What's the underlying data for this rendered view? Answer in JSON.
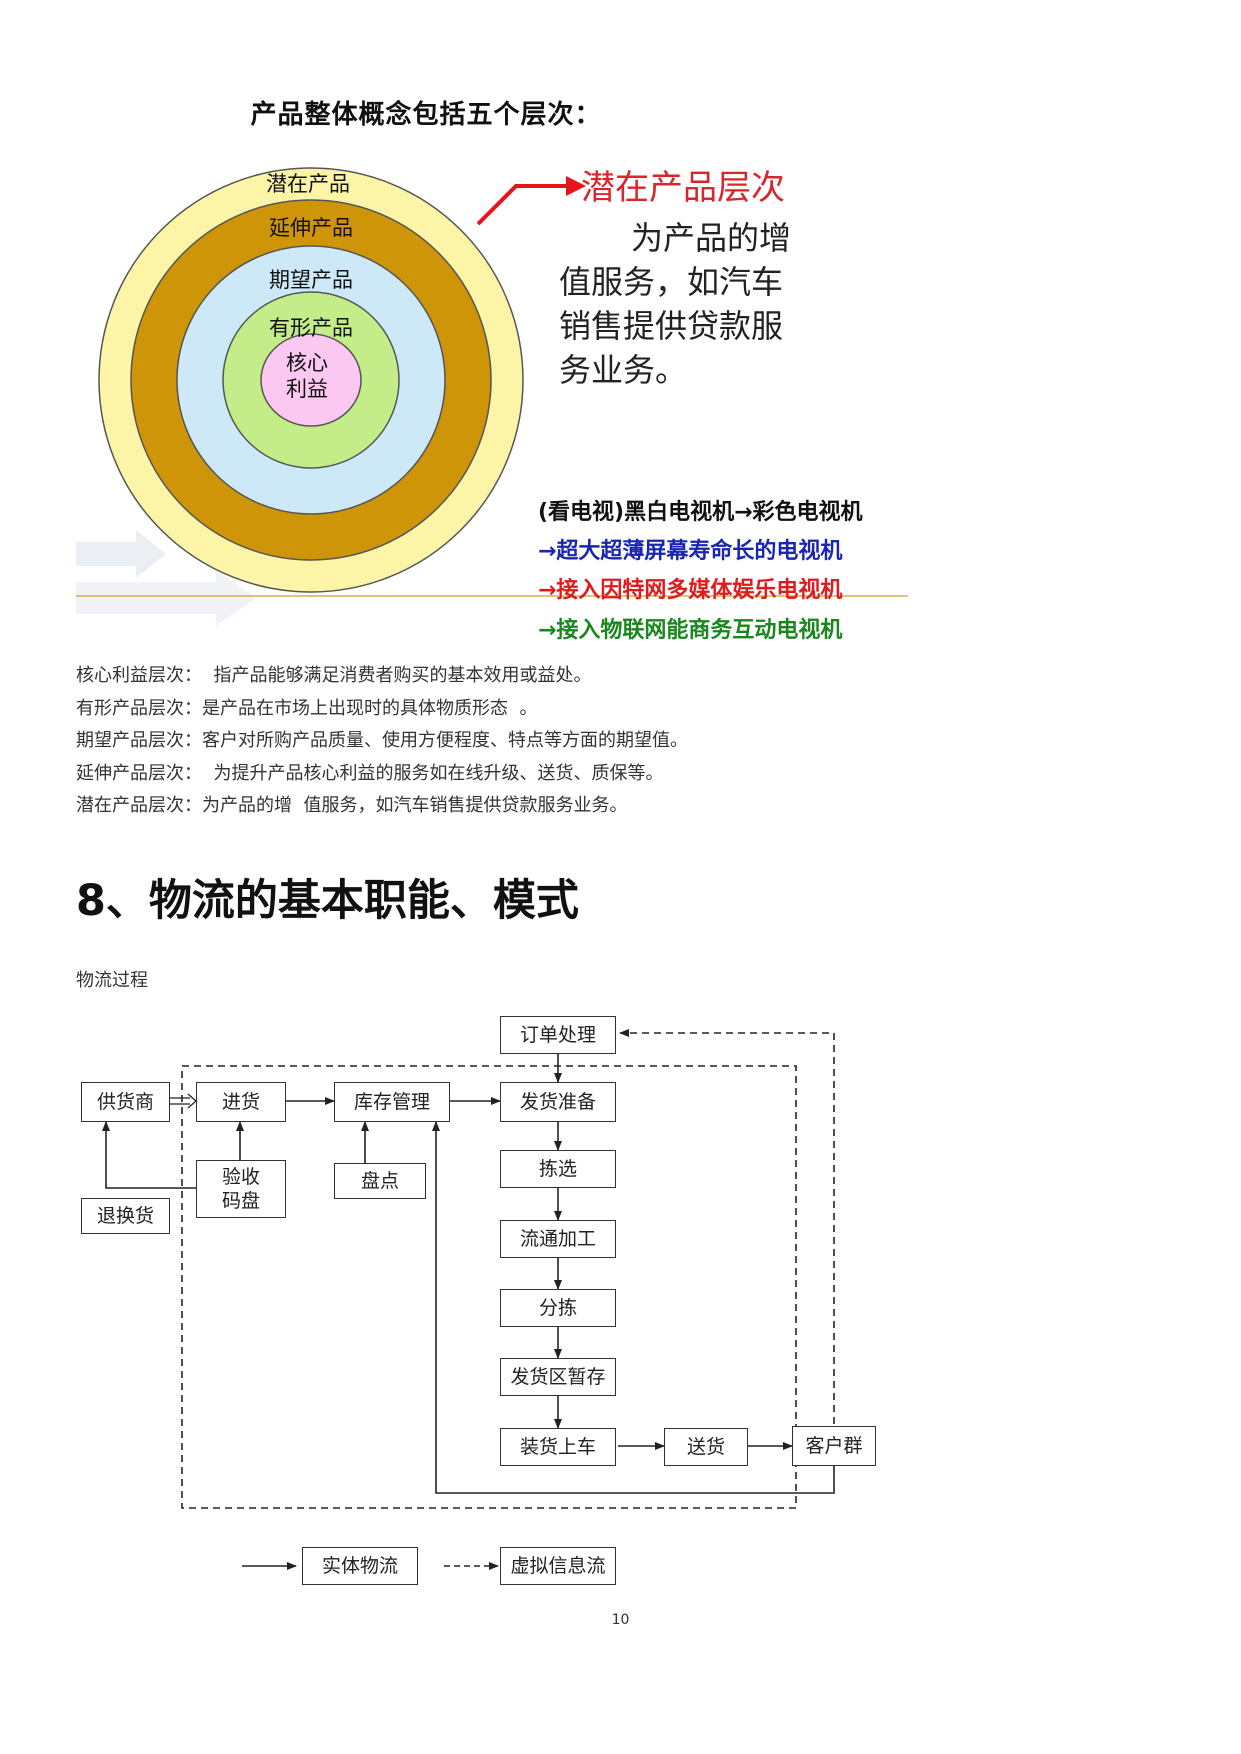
{
  "product_figure": {
    "title": "产品整体概念包括五个层次：",
    "rings": [
      {
        "label": "潜在产品",
        "color": "#fcf4a6"
      },
      {
        "label": "延伸产品",
        "color": "#cd9507"
      },
      {
        "label": "期望产品",
        "color": "#cde8f7"
      },
      {
        "label": "有形产品",
        "color": "#c4ed8a"
      },
      {
        "label_line1": "核心",
        "label_line2": "利益",
        "color": "#fbc8f1"
      }
    ],
    "potential_heading": "潜在产品层次",
    "potential_text_1": "为产品的增",
    "potential_text_2": "值服务，如汽车",
    "potential_text_3": "销售提供贷款服",
    "potential_text_4": "务业务。",
    "tv_lines": [
      {
        "text": "(看电视)黑白电视机→彩色电视机",
        "color": "#111111"
      },
      {
        "text": "→超大超薄屏幕寿命长的电视机",
        "color": "#1a25b4"
      },
      {
        "text": "→接入因特网多媒体娱乐电视机",
        "color": "#e01b1b"
      },
      {
        "text": "→接入物联网能商务互动电视机",
        "color": "#18881e"
      }
    ],
    "accent_red": "#e8141b"
  },
  "definitions": [
    "核心利益层次：  指产品能够满足消费者购买的基本效用或益处。",
    "有形产品层次：是产品在市场上出现时的具体物质形态  。",
    "期望产品层次：客户对所购产品质量、使用方便程度、特点等方面的期望值。",
    "延伸产品层次：  为提升产品核心利益的服务如在线升级、送货、质保等。",
    "潜在产品层次：为产品的增  值服务，如汽车销售提供贷款服务业务。"
  ],
  "section_heading": "8、物流的基本职能、模式",
  "flow_caption": "物流过程",
  "flow": {
    "order": "订单处理",
    "supplier": "供货商",
    "purchase": "进货",
    "inventory": "库存管理",
    "ship_prep": "发货准备",
    "inspect_1": "验收",
    "inspect_2": "码盘",
    "stocktake": "盘点",
    "picking": "拣选",
    "processing": "流通加工",
    "sorting": "分拣",
    "staging": "发货区暂存",
    "loading": "装货上车",
    "delivery": "送货",
    "customers": "客户群",
    "returns": "退换货",
    "legend_solid": "实体物流",
    "legend_dashed": "虚拟信息流"
  },
  "page_number": "10"
}
